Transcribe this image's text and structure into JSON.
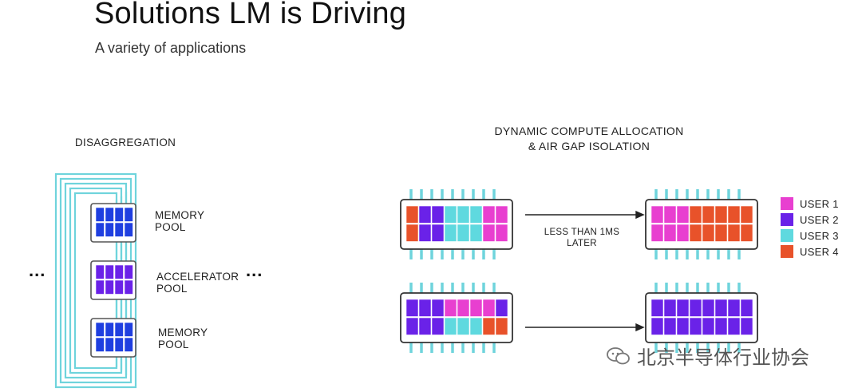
{
  "header": {
    "title": "Solutions LM is Driving",
    "subtitle": "A variety of applications"
  },
  "left": {
    "heading": "DISAGGREGATION",
    "pools": [
      {
        "line1": "MEMORY",
        "line2": "POOL"
      },
      {
        "line1": "ACCELERATOR",
        "line2": "POOL"
      },
      {
        "line1": "MEMORY",
        "line2": "POOL"
      }
    ],
    "ellipsis": "..."
  },
  "right": {
    "heading_line1": "DYNAMIC COMPUTE ALLOCATION",
    "heading_line2": "& AIR GAP ISOLATION",
    "arrow_label_line1": "LESS THAN 1MS",
    "arrow_label_line2": "LATER"
  },
  "legend": [
    {
      "label": "USER 1",
      "color": "#e83fd0"
    },
    {
      "label": "USER 2",
      "color": "#6a22e8"
    },
    {
      "label": "USER 3",
      "color": "#5fd9df"
    },
    {
      "label": "USER 4",
      "color": "#e8522a"
    }
  ],
  "colors": {
    "memory_cell": "#1f3fe0",
    "accelerator_cell": "#6a22e8",
    "wire": "#6fd4dc"
  },
  "watermark": "北京半导体行业协会"
}
